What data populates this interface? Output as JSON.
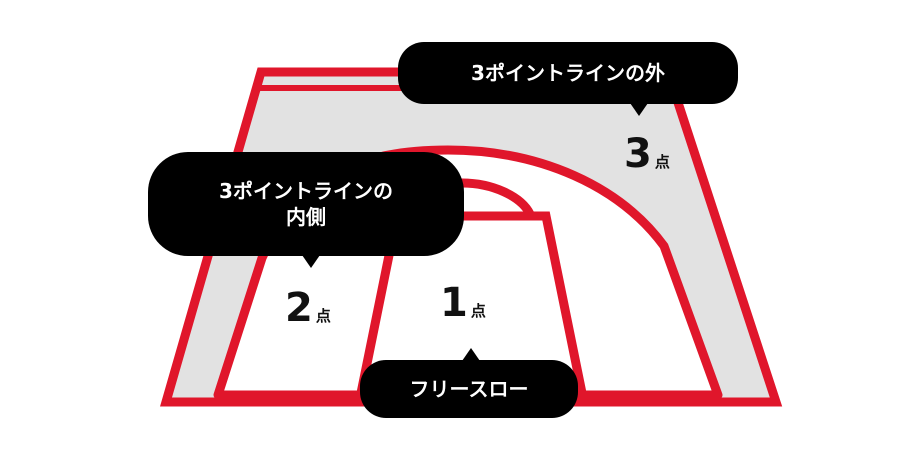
{
  "labels": {
    "outside": "3ポイントラインの外",
    "inside_line1": "3ポイントラインの",
    "inside_line2": "内側",
    "freethrow": "フリースロー"
  },
  "points": {
    "three": {
      "num": "3",
      "unit": "点"
    },
    "two": {
      "num": "2",
      "unit": "点"
    },
    "one": {
      "num": "1",
      "unit": "点"
    }
  },
  "colors": {
    "court_line": "#e0162b",
    "outside_area": "#e2e2e2",
    "inside_area": "#ffffff",
    "bubble": "#000000"
  }
}
